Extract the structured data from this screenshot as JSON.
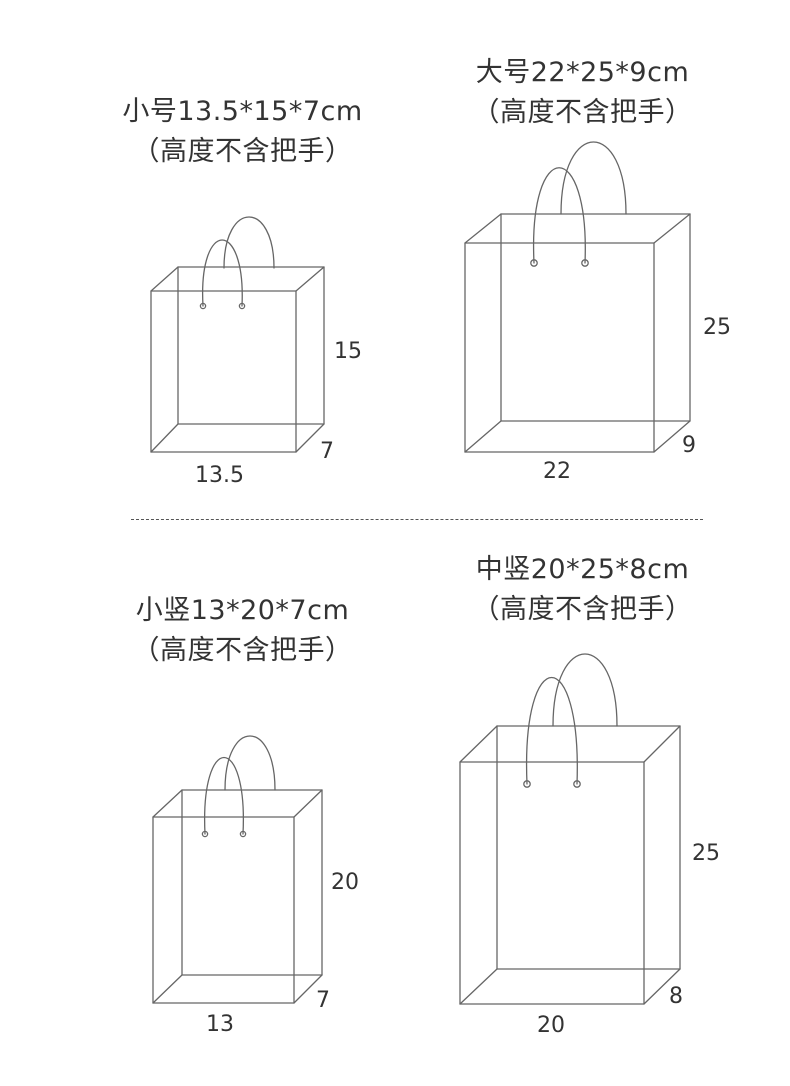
{
  "bags": [
    {
      "id": "small",
      "title": "小号13.5*15*7cm",
      "note": "（高度不含把手）",
      "width_label": "13.5",
      "height_label": "15",
      "depth_label": "7"
    },
    {
      "id": "large",
      "title": "大号22*25*9cm",
      "note": "（高度不含把手）",
      "width_label": "22",
      "height_label": "25",
      "depth_label": "9"
    },
    {
      "id": "small-vertical",
      "title": "小竖13*20*7cm",
      "note": "（高度不含把手）",
      "width_label": "13",
      "height_label": "20",
      "depth_label": "7"
    },
    {
      "id": "medium-vertical",
      "title": "中竖20*25*8cm",
      "note": "（高度不含把手）",
      "width_label": "20",
      "height_label": "25",
      "depth_label": "8"
    }
  ],
  "colors": {
    "line": "#666666",
    "text": "#333333",
    "background": "#ffffff"
  }
}
